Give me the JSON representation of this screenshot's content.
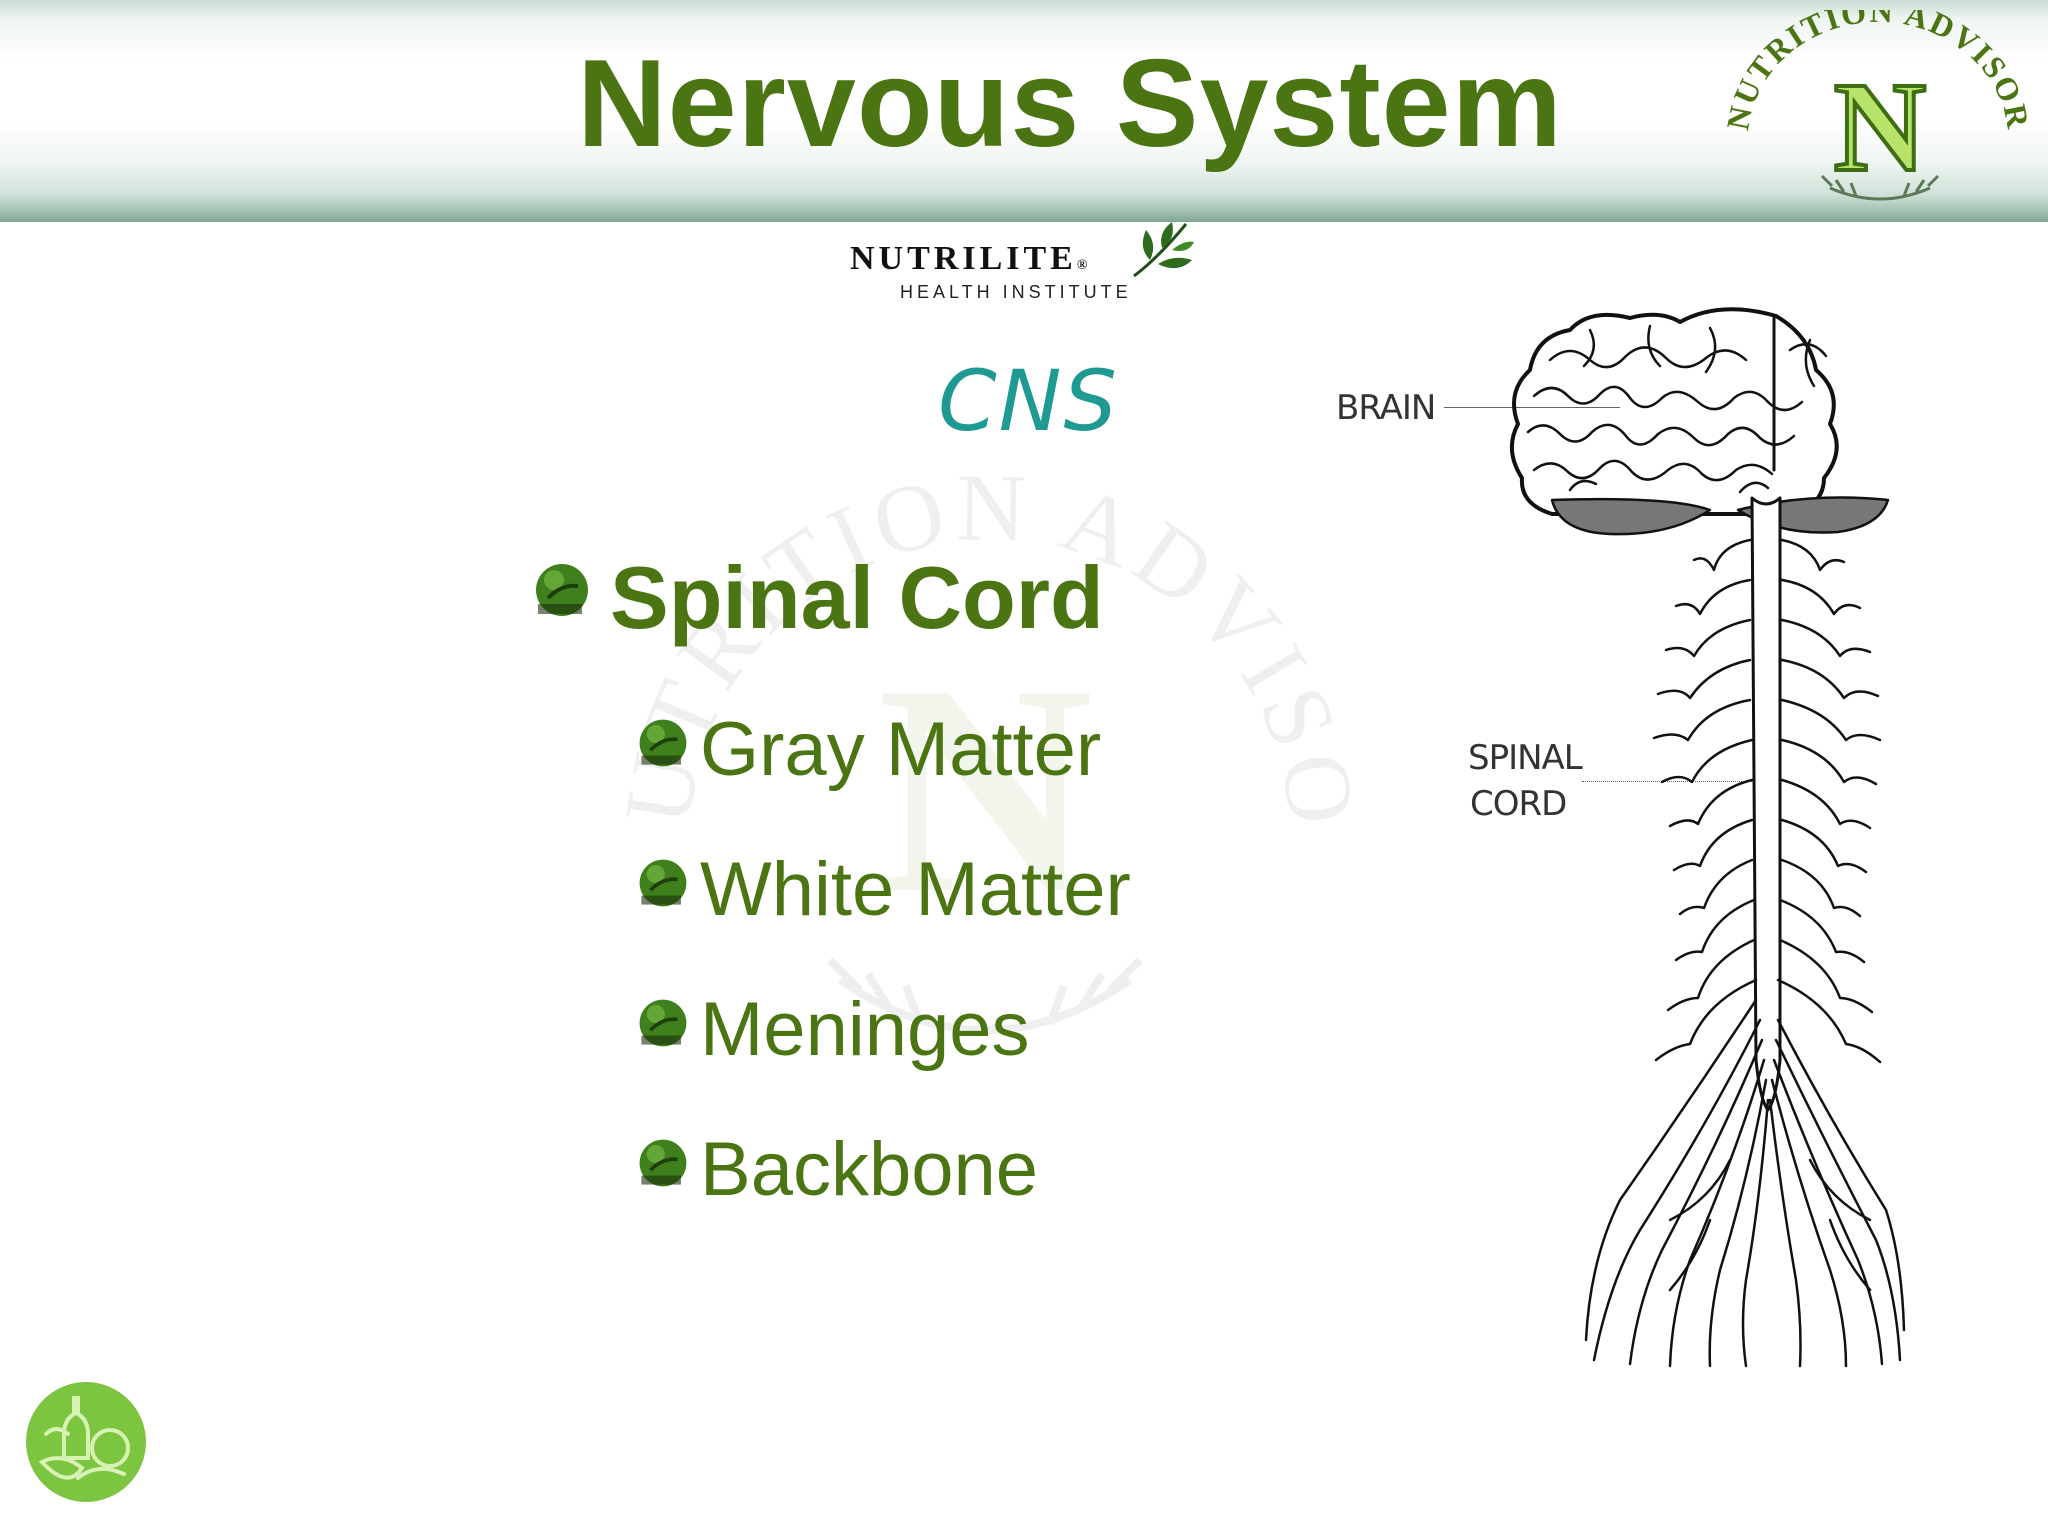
{
  "slide": {
    "title": "Nervous System",
    "section": "CNS",
    "main_point": "Spinal Cord",
    "sub_points": [
      "Gray Matter",
      "White Matter",
      "Meninges",
      "Backbone"
    ]
  },
  "brand": {
    "name": "NUTRILITE",
    "registered": "®",
    "subtitle": "HEALTH INSTITUTE"
  },
  "seal": {
    "text": "NUTRITION ADVISOR",
    "letter": "N"
  },
  "diagram": {
    "labels": {
      "brain": "BRAIN",
      "spinal_line1": "SPINAL",
      "spinal_line2": "CORD"
    }
  },
  "colors": {
    "title_green": "#4a7512",
    "cns_teal": "#1f9a93",
    "bullet_green": "#3f7f1c"
  },
  "icons": [
    "leaf-bullet-icon",
    "nutrition-advisor-seal",
    "nutrilite-leaf-icon",
    "fruit-vegetable-circle-icon"
  ]
}
